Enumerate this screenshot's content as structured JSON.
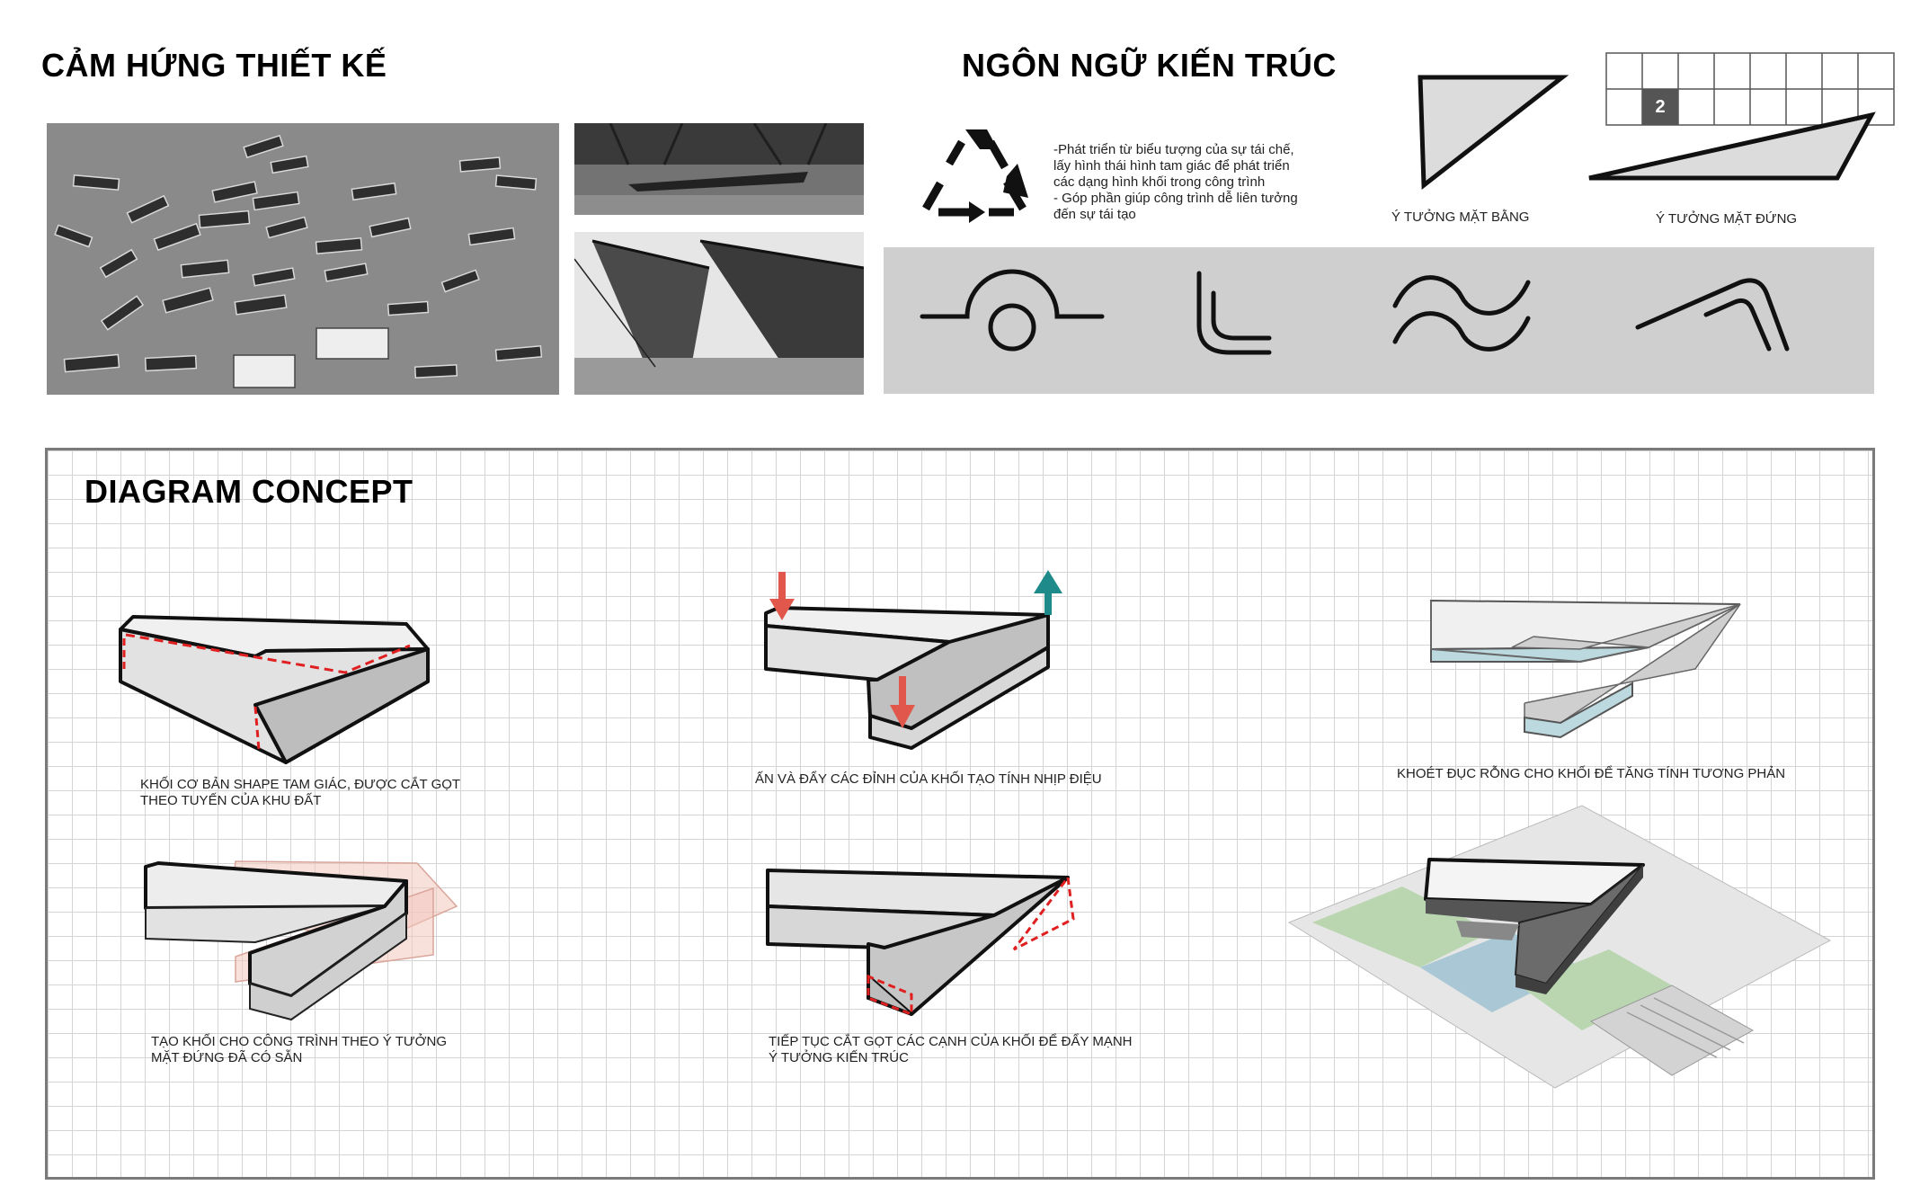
{
  "inspiration": {
    "title": "CẢM HỨNG THIẾT KẾ"
  },
  "language": {
    "title": "NGÔN NGỮ KIẾN TRÚC",
    "recycle_text": [
      "-Phát triển từ biểu tượng của sự tái chế,",
      "lấy hình thái hình tam giác để phát triển",
      "các dạng hình khối trong công trình",
      "- Góp phần giúp công trình dễ liên tưởng",
      "đến sự tái tạo"
    ],
    "plan_label": "Ý TƯỞNG MẶT BẰNG",
    "elevation_label": "Ý TƯỞNG MẶT ĐỨNG",
    "grid_number": "2"
  },
  "diagram": {
    "title": "DIAGRAM CONCEPT",
    "captions": [
      [
        "KHỐI CƠ BẢN SHAPE TAM GIÁC, ĐƯỢC CẮT GỌT",
        "THEO TUYẾN CỦA KHU ĐẤT"
      ],
      [
        "ẤN VÀ ĐẨY CÁC ĐỈNH CỦA KHỐI TẠO TÍNH NHỊP ĐIỆU"
      ],
      [
        "KHOÉT ĐỤC RỖNG CHO KHỐI ĐỂ TĂNG TÍNH TƯƠNG PHẢN"
      ],
      [
        "TẠO KHỐI CHO CÔNG TRÌNH THEO Ý TƯỞNG",
        "MẶT ĐỨNG ĐÃ CÓ SẴN"
      ],
      [
        "TIẾP TỤC CẮT GỌT CÁC CẠNH CỦA KHỐI ĐỂ ĐẨY MẠNH",
        "Ý TƯỞNG KIẾN TRÚC"
      ]
    ]
  },
  "colors": {
    "accent_red": "#e2574c",
    "accent_teal": "#1f8a8a",
    "massing": "#e4e4e4",
    "band": "#cfcfcf"
  }
}
